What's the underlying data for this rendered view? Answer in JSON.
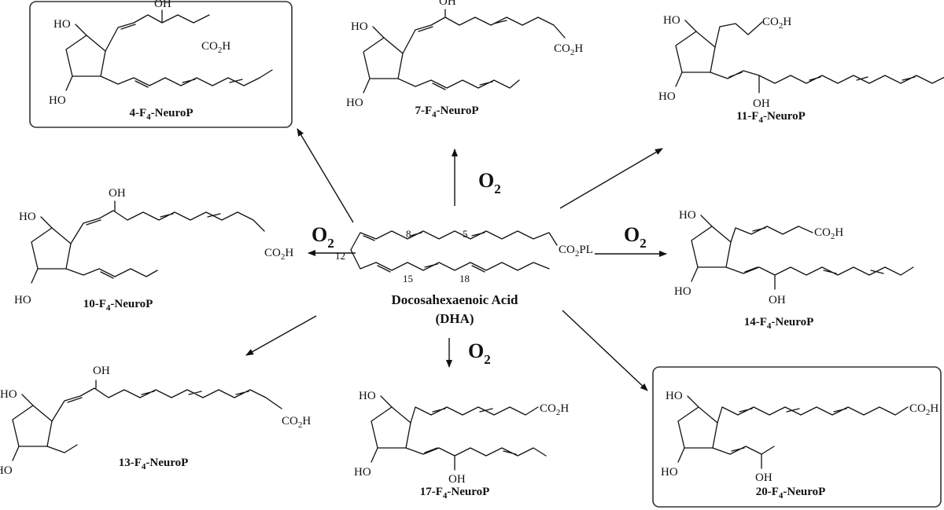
{
  "center": {
    "name": "Docosahexaenoic Acid",
    "abbr": "(DHA)",
    "ester": "CO",
    "ester_sub": "2",
    "ester_tail": "PL",
    "positions": [
      "8",
      "5",
      "12",
      "15",
      "18"
    ]
  },
  "reagent": {
    "main": "O",
    "sub": "2"
  },
  "groups": {
    "ho": "HO",
    "oh": "OH",
    "co": "CO",
    "co_sub": "2",
    "co_h": "H"
  },
  "products": [
    {
      "id": "4",
      "prefix": "4-F",
      "sub": "4",
      "suffix": "-NeuroP",
      "highlighted": true
    },
    {
      "id": "7",
      "prefix": "7-F",
      "sub": "4",
      "suffix": "-NeuroP",
      "highlighted": false
    },
    {
      "id": "11",
      "prefix": "11-F",
      "sub": "4",
      "suffix": "-NeuroP",
      "highlighted": false
    },
    {
      "id": "10",
      "prefix": "10-F",
      "sub": "4",
      "suffix": "-NeuroP",
      "highlighted": false
    },
    {
      "id": "14",
      "prefix": "14-F",
      "sub": "4",
      "suffix": "-NeuroP",
      "highlighted": false
    },
    {
      "id": "13",
      "prefix": "13-F",
      "sub": "4",
      "suffix": "-NeuroP",
      "highlighted": false
    },
    {
      "id": "17",
      "prefix": "17-F",
      "sub": "4",
      "suffix": "-NeuroP",
      "highlighted": false
    },
    {
      "id": "20",
      "prefix": "20-F",
      "sub": "4",
      "suffix": "-NeuroP",
      "highlighted": true
    }
  ]
}
